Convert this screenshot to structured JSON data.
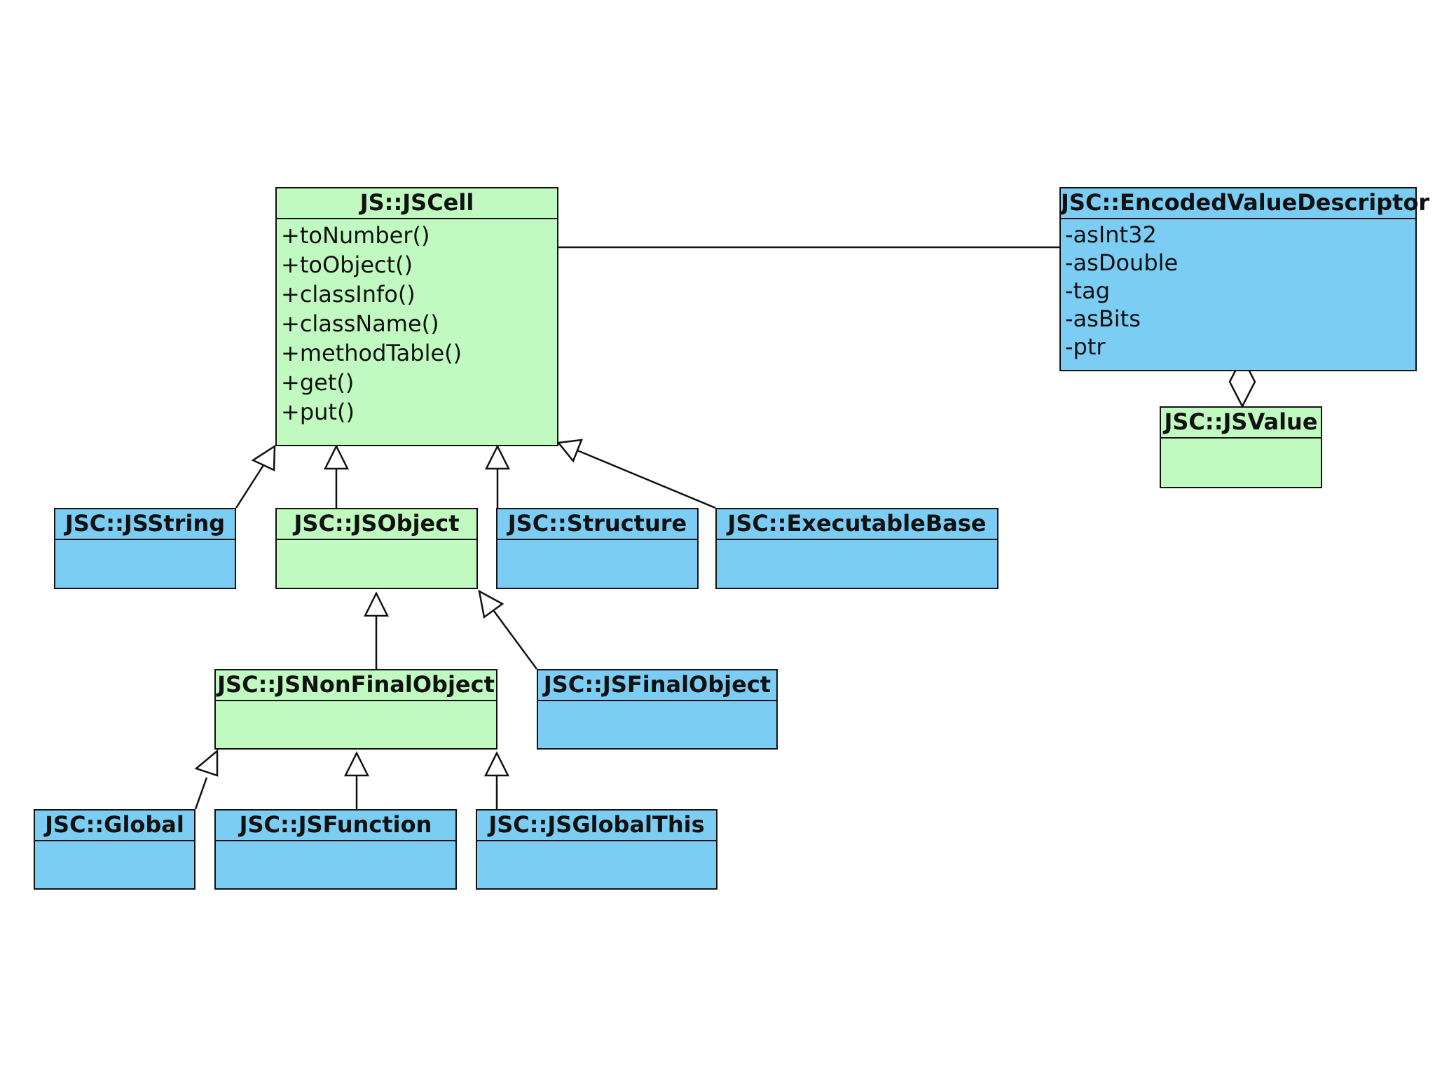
{
  "classes": {
    "jscell": {
      "name": "JS::JSCell",
      "members": [
        "+toNumber()",
        "+toObject()",
        "+classInfo()",
        "+className()",
        "+methodTable()",
        "+get()",
        "+put()"
      ]
    },
    "evd": {
      "name": "JSC::EncodedValueDescriptor",
      "members": [
        "-asInt32",
        "-asDouble",
        "-tag",
        "-asBits",
        "-ptr"
      ]
    },
    "jsvalue": {
      "name": "JSC::JSValue"
    },
    "jsstring": {
      "name": "JSC::JSString"
    },
    "jsobject": {
      "name": "JSC::JSObject"
    },
    "structure": {
      "name": "JSC::Structure"
    },
    "executablebase": {
      "name": "JSC::ExecutableBase"
    },
    "jsnonfinalobject": {
      "name": "JSC::JSNonFinalObject"
    },
    "jsfinalobject": {
      "name": "JSC::JSFinalObject"
    },
    "global": {
      "name": "JSC::Global"
    },
    "jsfunction": {
      "name": "JSC::JSFunction"
    },
    "jsglobalthis": {
      "name": "JSC::JSGlobalThis"
    }
  },
  "colors": {
    "green": "#c0fac0",
    "blue": "#7ccdf4",
    "line": "#111111"
  },
  "relations": [
    {
      "type": "generalization",
      "from": "JSC::JSString",
      "to": "JS::JSCell"
    },
    {
      "type": "generalization",
      "from": "JSC::JSObject",
      "to": "JS::JSCell"
    },
    {
      "type": "generalization",
      "from": "JSC::Structure",
      "to": "JS::JSCell"
    },
    {
      "type": "generalization",
      "from": "JSC::ExecutableBase",
      "to": "JS::JSCell"
    },
    {
      "type": "generalization",
      "from": "JSC::JSNonFinalObject",
      "to": "JSC::JSObject"
    },
    {
      "type": "generalization",
      "from": "JSC::JSFinalObject",
      "to": "JSC::JSObject"
    },
    {
      "type": "generalization",
      "from": "JSC::Global",
      "to": "JSC::JSNonFinalObject"
    },
    {
      "type": "generalization",
      "from": "JSC::JSFunction",
      "to": "JSC::JSNonFinalObject"
    },
    {
      "type": "generalization",
      "from": "JSC::JSGlobalThis",
      "to": "JSC::JSNonFinalObject"
    },
    {
      "type": "association",
      "from": "JS::JSCell",
      "to": "JSC::EncodedValueDescriptor"
    },
    {
      "type": "aggregation",
      "from": "JSC::JSValue",
      "to": "JSC::EncodedValueDescriptor"
    }
  ]
}
